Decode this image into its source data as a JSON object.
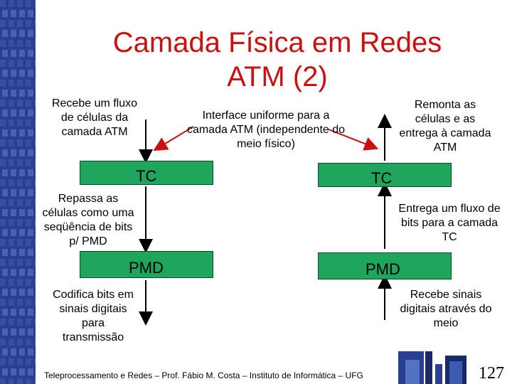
{
  "slide": {
    "title_line1": "Camada Física em Redes",
    "title_line2": "ATM (2)",
    "left": {
      "top_text": "Recebe um fluxo de células da camada ATM",
      "tc_label": "TC",
      "mid_text": "Repassa as células como uma seqüência de bits p/ PMD",
      "pmd_label": "PMD",
      "bottom_text": "Codifica bits em sinais digitais para transmissão"
    },
    "center_text": "Interface uniforme para a camada ATM (independente do meio físico)",
    "right": {
      "top_text": "Remonta as células e as entrega à camada ATM",
      "tc_label": "TC",
      "mid_text": "Entrega um fluxo de bits para a camada TC",
      "pmd_label": "PMD",
      "bottom_text": "Recebe sinais digitais através do meio"
    },
    "footer": "Teleprocessamento e Redes – Prof. Fábio M. Costa – Instituto de Informática – UFG",
    "page_number": "127"
  },
  "colors": {
    "title": "#cc1010",
    "box_fill": "#1fa55c",
    "strip_bg": "#2a3f8f",
    "arrow_red": "#cc1010"
  }
}
